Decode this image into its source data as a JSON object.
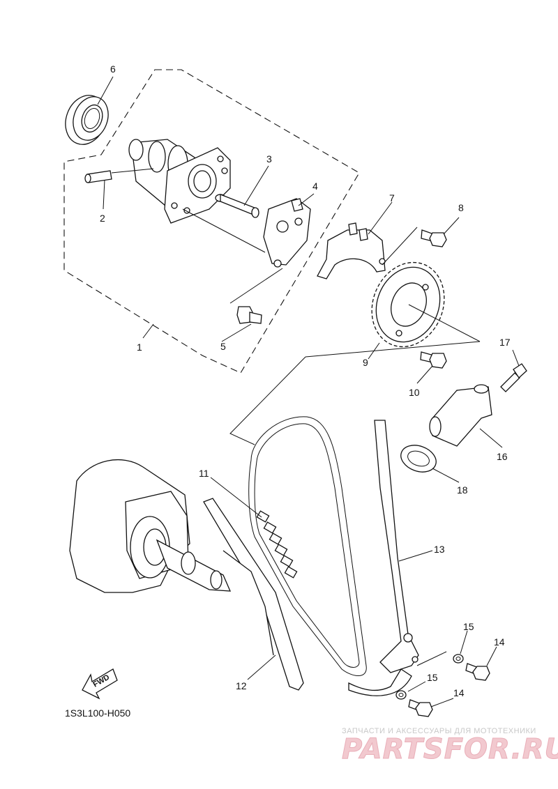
{
  "diagram": {
    "callouts": {
      "p1": "1",
      "p2": "2",
      "p3": "3",
      "p4": "4",
      "p5": "5",
      "p6": "6",
      "p7": "7",
      "p8": "8",
      "p9": "9",
      "p10": "10",
      "p11": "11",
      "p12": "12",
      "p13": "13",
      "p14a": "14",
      "p14b": "14",
      "p15a": "15",
      "p15b": "15",
      "p16": "16",
      "p17": "17",
      "p18": "18"
    },
    "fwd_label": "FWD",
    "diagram_code": "1S3L100-H050"
  },
  "watermark": {
    "tagline": "ЗАПЧАСТИ И АКСЕССУАРЫ ДЛЯ МОТОТЕХНИКИ",
    "logo": "PARTSFOR.RU"
  }
}
